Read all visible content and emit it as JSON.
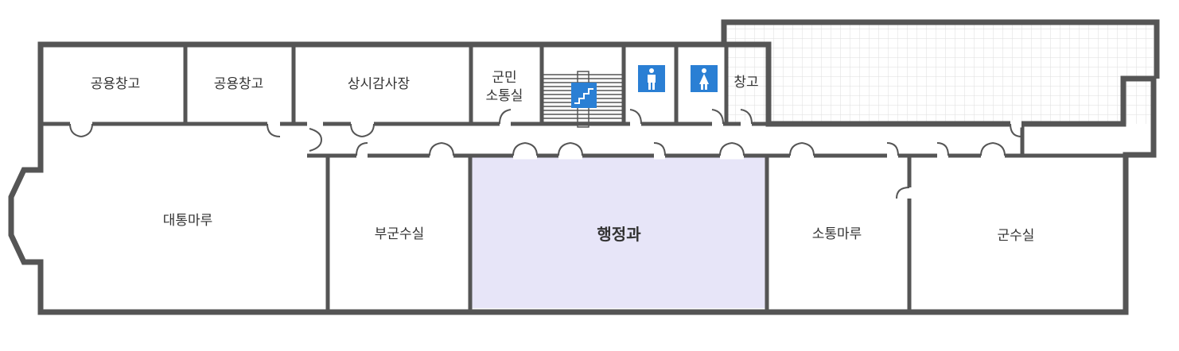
{
  "colors": {
    "wall": "#555555",
    "highlight": "#e7e5f8",
    "roof_grid": "#dddddd",
    "icon_blue": "#2a7fd4"
  },
  "rooms": {
    "storage_a": "공용창고",
    "storage_b": "공용창고",
    "audit_room": "상시감사장",
    "citizen_room_line1": "군민",
    "citizen_room_line2": "소통실",
    "storage_small": "창고",
    "main_hall": "대통마루",
    "deputy_office": "부군수실",
    "admin_dept": "행정과",
    "comm_hall": "소통마루",
    "governor_office": "군수실"
  },
  "icons": {
    "stairs": "stairs-icon",
    "mens_restroom": "male-restroom-icon",
    "womens_restroom": "female-restroom-icon"
  }
}
